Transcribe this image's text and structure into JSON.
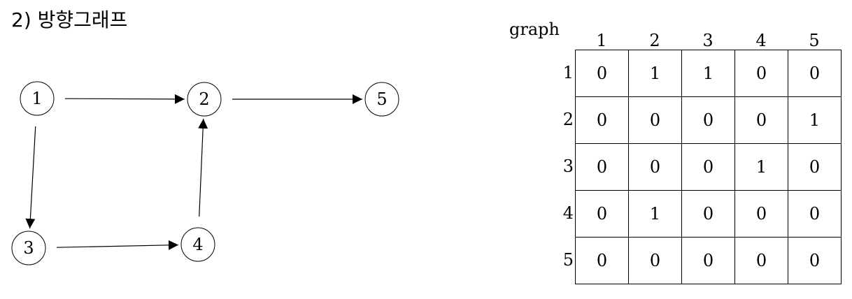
{
  "heading": "2) 방향그래프",
  "graph": {
    "nodes": [
      {
        "id": "1",
        "label": "1"
      },
      {
        "id": "2",
        "label": "2"
      },
      {
        "id": "3",
        "label": "3"
      },
      {
        "id": "4",
        "label": "4"
      },
      {
        "id": "5",
        "label": "5"
      }
    ],
    "edges": [
      {
        "from": "1",
        "to": "2"
      },
      {
        "from": "2",
        "to": "5"
      },
      {
        "from": "1",
        "to": "3"
      },
      {
        "from": "3",
        "to": "4"
      },
      {
        "from": "4",
        "to": "2"
      }
    ]
  },
  "matrix": {
    "title": "graph",
    "col_headers": [
      "1",
      "2",
      "3",
      "4",
      "5"
    ],
    "row_headers": [
      "1",
      "2",
      "3",
      "4",
      "5"
    ],
    "rows": [
      [
        "0",
        "1",
        "1",
        "0",
        "0"
      ],
      [
        "0",
        "0",
        "0",
        "0",
        "1"
      ],
      [
        "0",
        "0",
        "0",
        "1",
        "0"
      ],
      [
        "0",
        "1",
        "0",
        "0",
        "0"
      ],
      [
        "0",
        "0",
        "0",
        "0",
        "0"
      ]
    ]
  },
  "colors": {
    "line": "#000000",
    "background": "#ffffff"
  }
}
